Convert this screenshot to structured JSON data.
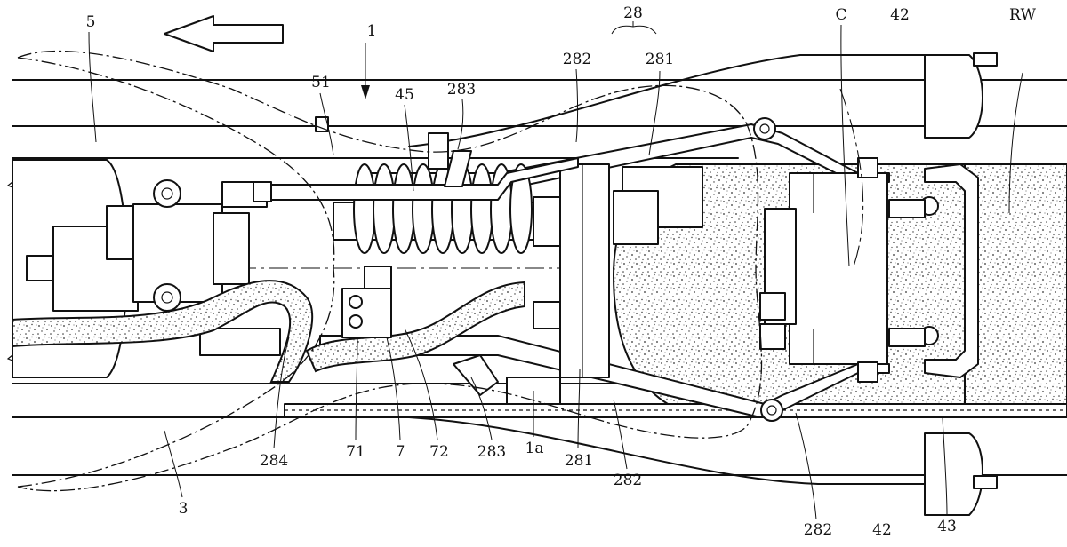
{
  "figure": {
    "refs": {
      "r5": "5",
      "r1": "1",
      "r28": "28",
      "rC": "C",
      "r42a": "42",
      "rRW": "RW",
      "r51": "51",
      "r45": "45",
      "r283a": "283",
      "r282a": "282",
      "r281a": "281",
      "r284": "284",
      "r71": "71",
      "r7": "7",
      "r72": "72",
      "r283b": "283",
      "r1a": "1a",
      "r281b": "281",
      "r282b": "282",
      "r3": "3",
      "r282c": "282",
      "r42b": "42",
      "r43": "43"
    },
    "direction_arrow": "left-arrow-icon"
  }
}
